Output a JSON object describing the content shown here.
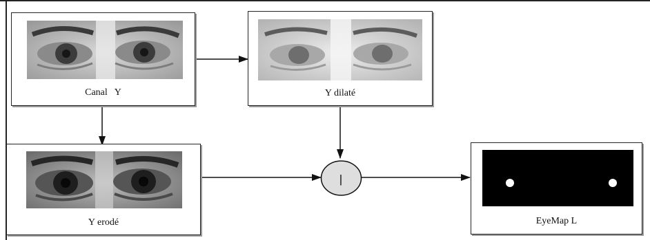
{
  "nodes": {
    "canal_y": {
      "label": "Canal   Y"
    },
    "y_dilate": {
      "label": "Y dilaté"
    },
    "y_erode": {
      "label": "Y erodé"
    },
    "eyemap_l": {
      "label": "EyeMap L"
    },
    "operator": {
      "symbol": "|"
    }
  },
  "edges": [
    {
      "from": "canal_y",
      "to": "y_dilate"
    },
    {
      "from": "canal_y",
      "to": "y_erode"
    },
    {
      "from": "y_dilate",
      "to": "operator"
    },
    {
      "from": "y_erode",
      "to": "operator"
    },
    {
      "from": "operator",
      "to": "eyemap_l"
    }
  ],
  "colors": {
    "line": "#111111",
    "operator_fill": "#dedede",
    "eyemap_background": "#000000"
  },
  "icons": {
    "photos": "grayscale-eye-region-photo",
    "result": "binary-eye-map-image"
  }
}
